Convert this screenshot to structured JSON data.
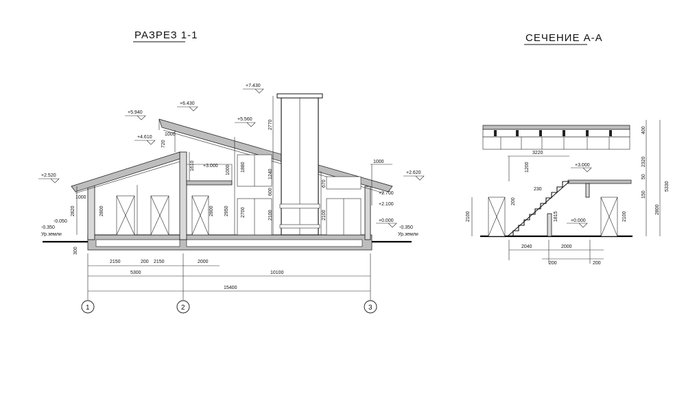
{
  "section_1": {
    "title": "РАЗРЕЗ 1-1",
    "levels": [
      "+7.430",
      "+6.430",
      "+5.940",
      "+5.560",
      "+4.610",
      "+3.000",
      "+2.520",
      "+2.620",
      "+2.700",
      "+2.100",
      "+0.000",
      "-0.050",
      "-0.350",
      "-0.350"
    ],
    "ground_labels": [
      "Ур.земли",
      "Ур.земли"
    ],
    "vertical_dims": [
      "2770",
      "1000",
      "720",
      "1610",
      "1880",
      "1000",
      "1240",
      "600",
      "670",
      "2820",
      "1000",
      "2800",
      "2800",
      "2950",
      "2700",
      "2100",
      "2100",
      "300",
      "1000"
    ],
    "horizontal_dims": [
      "2150",
      "200",
      "2150",
      "2000",
      "5300",
      "10100",
      "15400"
    ],
    "axes": [
      "1",
      "2",
      "3"
    ]
  },
  "section_a": {
    "title": "СЕЧЕНИЕ А-А",
    "levels": [
      "+3.000",
      "+0.000"
    ],
    "vertical_dims": [
      "1200",
      "200",
      "2100",
      "1815",
      "2100",
      "400",
      "2320",
      "50",
      "150",
      "2800",
      "5330"
    ],
    "horizontal_dims": [
      "3220",
      "230",
      "2040",
      "2000",
      "200",
      "200"
    ]
  }
}
